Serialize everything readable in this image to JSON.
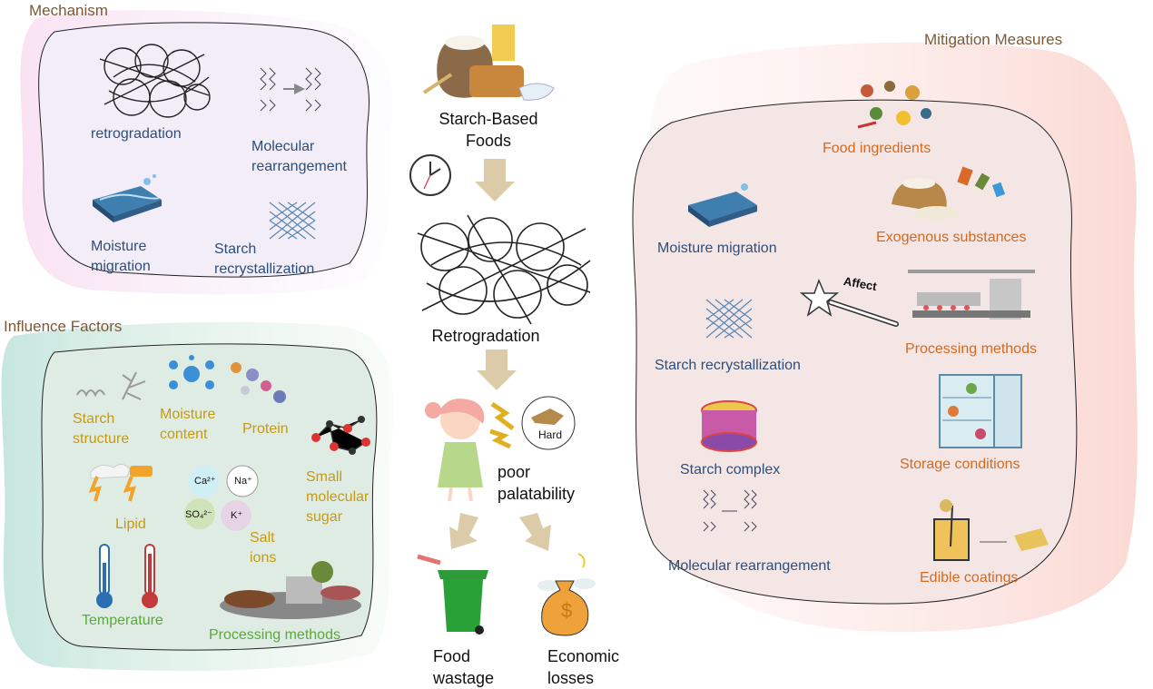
{
  "mechanism": {
    "title": "Mechanism",
    "items": [
      "retrogradation",
      "Molecular\nrearrangement",
      "Moisture\nmigration",
      "Starch\nrecrystallization"
    ]
  },
  "influence": {
    "title": "Influence Factors",
    "starch_structure": "Starch\nstructure",
    "moisture_content": "Moisture\ncontent",
    "protein": "Protein",
    "small_sugar": "Small\nmolecular\nsugar",
    "lipid": "Lipid",
    "salt_ions": "Salt\nions",
    "ions": [
      "Ca²⁺",
      "Na⁺",
      "SO₄²⁻",
      "K⁺"
    ],
    "temperature": "Temperature",
    "processing": "Processing methods"
  },
  "center": {
    "starch_foods": "Starch-Based\nFoods",
    "retrogradation": "Retrogradation",
    "hard": "Hard",
    "poor_palatability": "poor\npalatability",
    "food_wastage": "Food\nwastage",
    "economic_losses": "Economic\nlosses",
    "dollar": "$"
  },
  "mitigation": {
    "title": "Mitigation Measures",
    "moisture_migration": "Moisture migration",
    "starch_recryst": "Starch recrystallization",
    "starch_complex": "Starch complex",
    "molecular_rearr": "Molecular rearrangement",
    "affect": "Affect",
    "food_ingredients": "Food ingredients",
    "exogenous": "Exogenous substances",
    "processing_methods": "Processing methods",
    "storage": "Storage conditions",
    "coatings": "Edible coatings"
  },
  "colors": {
    "mechanism_bg": "#f4eef8",
    "influence_bg": "#dcebe2",
    "mitigation_bg": "#f5e6e6",
    "arrow": "#dccba8",
    "blue_text": "#2c4f7c",
    "gold_text": "#c69a10",
    "green_text": "#5aa93a",
    "orange_text": "#d5691d"
  }
}
